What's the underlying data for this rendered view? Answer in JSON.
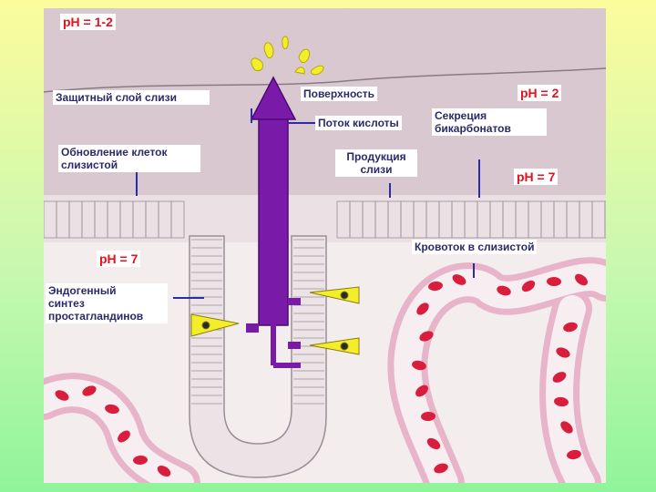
{
  "colors": {
    "mucus": "#d9c8cf",
    "tissue": "#f3eded",
    "cell_line": "#9a8f97",
    "acid_arrow": "#7a1aa8",
    "acid_arrow_dark": "#4d0a72",
    "prostaglandin_cells": "#f2ee2a",
    "vessel_wall": "#d996b4",
    "blood_cells": "#d81e3c",
    "pointer": "#2c2ca8",
    "ph_text": "#e0141e",
    "label_text": "#2a2a6a"
  },
  "icons": [
    "acid-flow-arrow-icon",
    "blood-vessel-icon",
    "red-blood-cell-icon",
    "prostaglandin-cell-icon"
  ],
  "labels": {
    "ph_top": "pH = 1-2",
    "mucus_layer": "Защитный слой слизи",
    "surface": "Поверхность",
    "ph_2": "pH = 2",
    "acid_flow": "Поток кислоты",
    "bicarbonate": "Секреция\nбикарбонатов",
    "cell_renewal": "Обновление клеток\n слизистой",
    "mucus_production": "Продукция\nслизи",
    "ph_7_right": "pH = 7",
    "blood_flow": "Кровоток в слизистой",
    "ph_7_left": "pH = 7",
    "prostaglandins": "Эндогенный\nсинтез\nпростагландинов"
  }
}
